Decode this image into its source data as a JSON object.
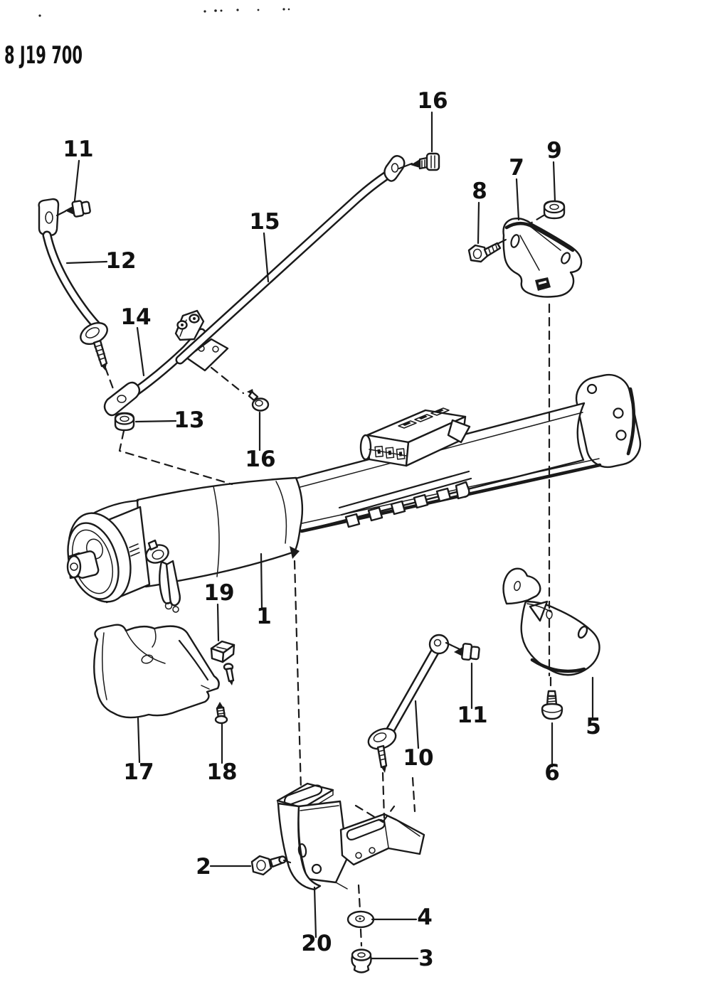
{
  "figure_code": "8 J19 700",
  "colors": {
    "ink": "#1a1a1a",
    "paper": "#ffffff"
  },
  "callouts": [
    {
      "id": "callout-11-upper",
      "label": "11"
    },
    {
      "id": "callout-12",
      "label": "12"
    },
    {
      "id": "callout-14",
      "label": "14"
    },
    {
      "id": "callout-15",
      "label": "15"
    },
    {
      "id": "callout-16-upper",
      "label": "16"
    },
    {
      "id": "callout-8",
      "label": "8"
    },
    {
      "id": "callout-7",
      "label": "7"
    },
    {
      "id": "callout-9",
      "label": "9"
    },
    {
      "id": "callout-13",
      "label": "13"
    },
    {
      "id": "callout-16-lower",
      "label": "16"
    },
    {
      "id": "callout-19",
      "label": "19"
    },
    {
      "id": "callout-1",
      "label": "1"
    },
    {
      "id": "callout-17",
      "label": "17"
    },
    {
      "id": "callout-18",
      "label": "18"
    },
    {
      "id": "callout-10",
      "label": "10"
    },
    {
      "id": "callout-11-lower",
      "label": "11"
    },
    {
      "id": "callout-5",
      "label": "5"
    },
    {
      "id": "callout-6",
      "label": "6"
    },
    {
      "id": "callout-2",
      "label": "2"
    },
    {
      "id": "callout-20",
      "label": "20"
    },
    {
      "id": "callout-4",
      "label": "4"
    },
    {
      "id": "callout-3",
      "label": "3"
    }
  ]
}
